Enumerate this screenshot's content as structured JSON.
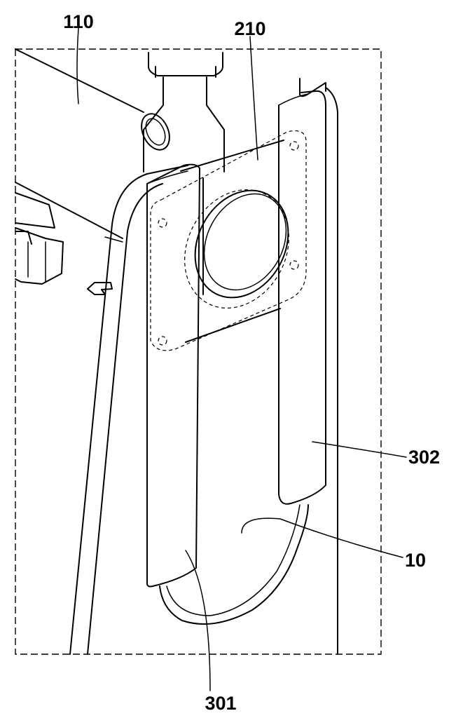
{
  "figure": {
    "labels": {
      "ref_110": "110",
      "ref_210": "210",
      "ref_302": "302",
      "ref_10": "10",
      "ref_301": "301"
    },
    "line_color": "#000000",
    "background_color": "#ffffff"
  }
}
